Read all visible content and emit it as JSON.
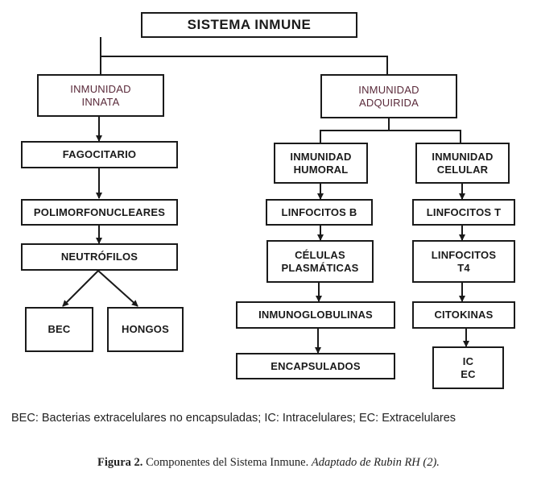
{
  "diagram": {
    "root": "SISTEMA INMUNE",
    "innate": {
      "label": "INMUNIDAD\nINNATA",
      "chain": [
        "FAGOCITARIO",
        "POLIMORFONUCLEARES",
        "NEUTRÓFILOS"
      ],
      "leaves": [
        "BEC",
        "HONGOS"
      ]
    },
    "acquired": {
      "label": "INMUNIDAD\nADQUIRIDA",
      "humoral": {
        "label": "INMUNIDAD\nHUMORAL",
        "chain": [
          "LINFOCITOS B",
          "CÉLULAS\nPLASMÁTICAS",
          "INMUNOGLOBULINAS",
          "ENCAPSULADOS"
        ]
      },
      "cellular": {
        "label": "INMUNIDAD\nCELULAR",
        "chain": [
          "LINFOCITOS T",
          "LINFOCITOS\nT4",
          "CITOKINAS",
          "IC\nEC"
        ]
      }
    }
  },
  "legend": "BEC: Bacterias extracelulares no encapsuladas; IC: Intracelulares; EC: Extracelulares",
  "caption": {
    "figure_label": "Figura 2.",
    "text": " Componentes del Sistema Inmune. ",
    "source": "Adaptado de Rubin RH (2)."
  },
  "colors": {
    "line": "#1a1a1a",
    "light_text": "#5a2a3a"
  }
}
